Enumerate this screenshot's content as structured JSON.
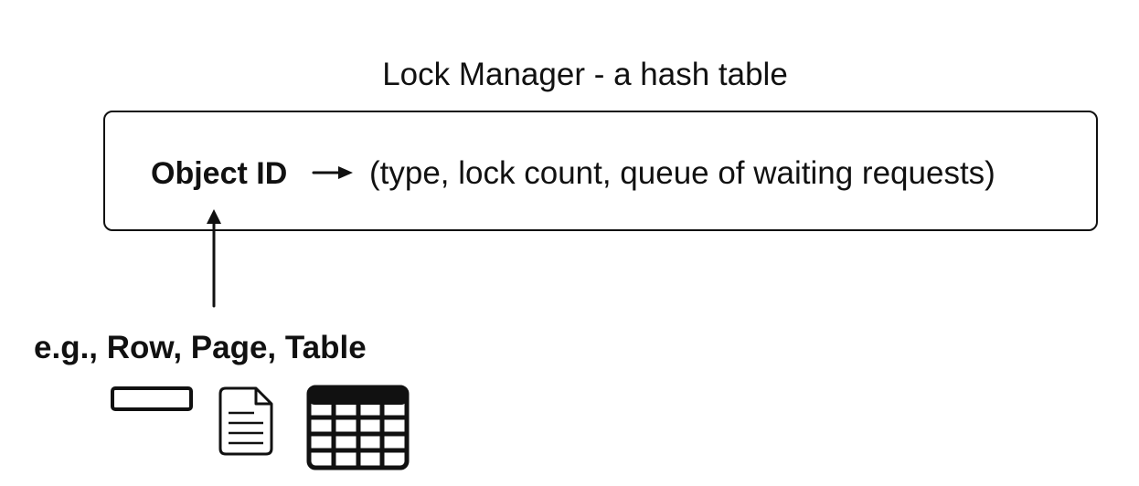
{
  "title": "Lock Manager - a hash table",
  "entry": {
    "key": "Object ID",
    "value": "(type, lock count, queue of waiting requests)"
  },
  "examples_label": "e.g., Row, Page, Table",
  "icons": [
    "row-icon",
    "page-icon",
    "table-icon"
  ]
}
